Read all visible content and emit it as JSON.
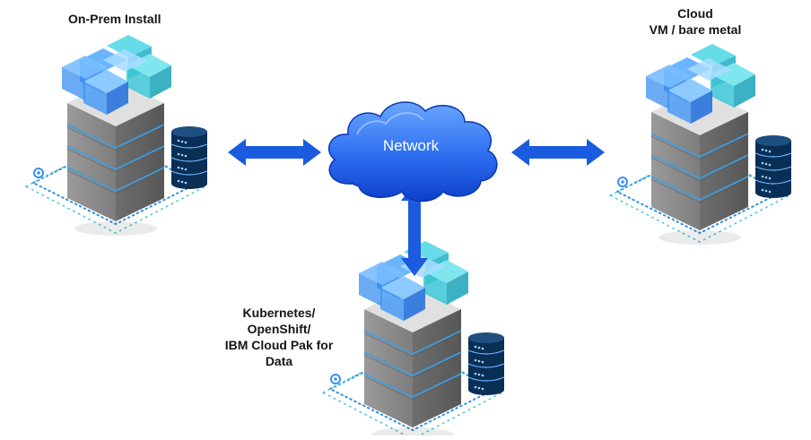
{
  "labels": {
    "onprem": "On-Prem Install",
    "cloud_line1": "Cloud",
    "cloud_line2": "VM / bare metal",
    "k8s_line1": "Kubernetes/",
    "k8s_line2": "OpenShift/",
    "k8s_line3": "IBM Cloud Pak for",
    "k8s_line4": "Data",
    "network": "Network"
  },
  "colors": {
    "arrow": "#1a5be0",
    "cloud_top": "#5f9bff",
    "cloud_bottom": "#0d3fc8",
    "cube_blue": "#3b8df0",
    "cube_teal": "#35c4d4",
    "server_face": "#8a8a8a",
    "server_top": "#d9d9d9",
    "server_stripe": "#3aa0e8",
    "database": "#0a2f55",
    "dotted_platform": "#2f8fe0"
  },
  "icons": [
    "server-stack-icon",
    "container-cubes-icon",
    "database-icon",
    "network-cloud-icon",
    "bidirectional-arrow-icon"
  ]
}
